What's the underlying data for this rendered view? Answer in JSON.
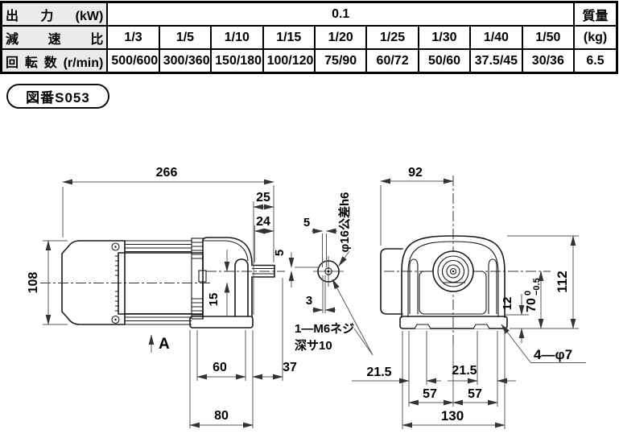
{
  "spec_table": {
    "output_label": "出力(kW)",
    "output_value": "0.1",
    "mass_label": "質量",
    "mass_unit": "(kg)",
    "mass_value": "6.5",
    "ratio_label": "減速比",
    "speed_label": "回転数(r/min)",
    "ratios": [
      "1/3",
      "1/5",
      "1/10",
      "1/15",
      "1/20",
      "1/25",
      "1/30",
      "1/40",
      "1/50"
    ],
    "speeds": [
      "500/600",
      "300/360",
      "150/180",
      "100/120",
      "75/90",
      "60/72",
      "50/60",
      "37.5/45",
      "30/36"
    ]
  },
  "drawing_number_badge": "図番S053",
  "side_view": {
    "overall_length": "266",
    "dim_25": "25",
    "dim_24": "24",
    "motor_height": "108",
    "axis_offset": "15",
    "bolt_span": "60",
    "dim_37": "37",
    "foot_width": "80",
    "view_arrow_label": "A"
  },
  "shaft_detail": {
    "key_width": "5",
    "key_height": "5",
    "dim_3": "3",
    "shaft_tolerance": "φ16公差h6",
    "tap_callout_line1": "1—M6ネジ",
    "tap_callout_line2": "深サ10"
  },
  "front_view": {
    "dim_92": "92",
    "overall_height": "112",
    "shaft_height": "70",
    "shaft_height_tol_upper": "0",
    "shaft_height_tol_lower": "−0.5",
    "dim_12": "12",
    "dim_21_5_left": "21.5",
    "dim_21_5_right": "21.5",
    "dim_57_left": "57",
    "dim_57_right": "57",
    "foot_width": "130",
    "holes_callout": "4—φ7"
  }
}
